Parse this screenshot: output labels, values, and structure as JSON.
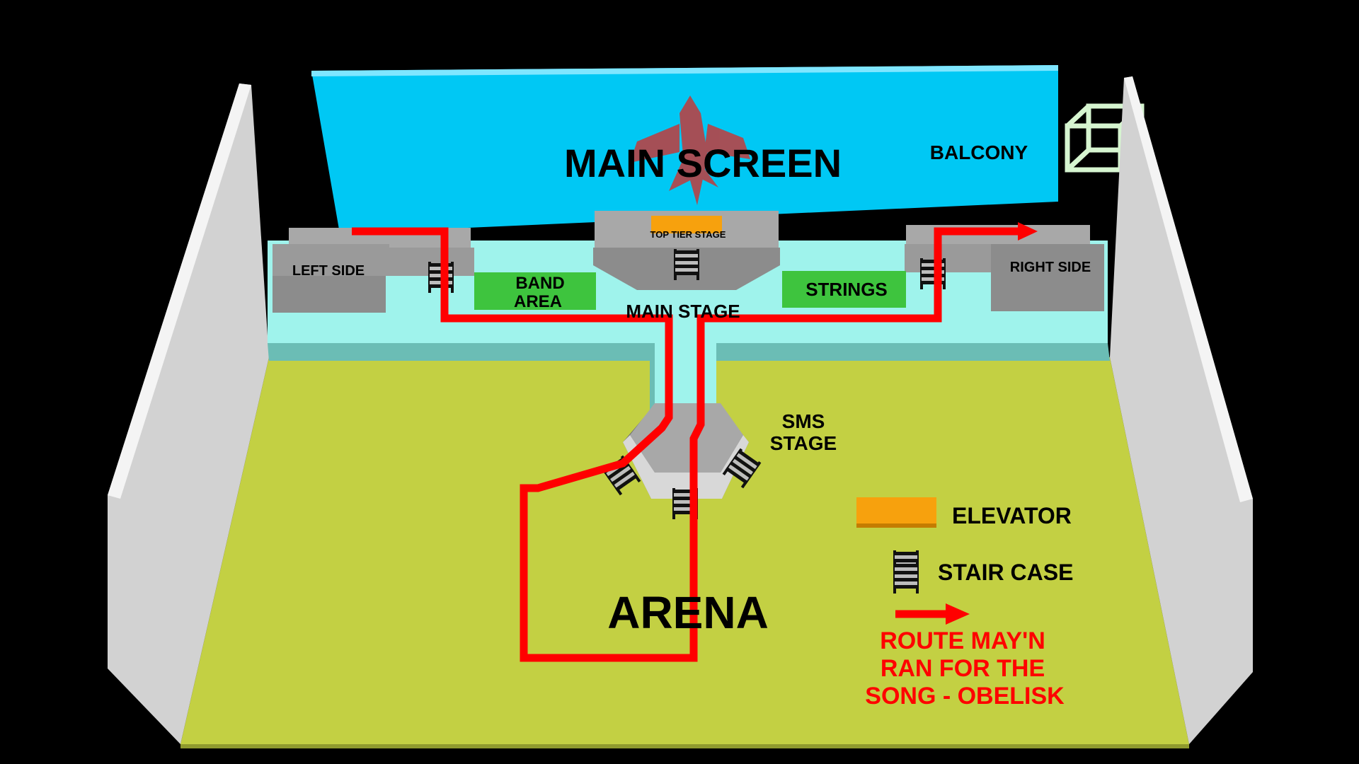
{
  "labels": {
    "main_screen": "MAIN SCREEN",
    "balcony": "BALCONY",
    "top_tier_stage": "TOP TIER STAGE",
    "left_side": "LEFT SIDE",
    "right_side": "RIGHT SIDE",
    "band_area_line1": "BAND",
    "band_area_line2": "AREA",
    "strings": "STRINGS",
    "main_stage": "MAIN STAGE",
    "sms_stage_line1": "SMS",
    "sms_stage_line2": "STAGE",
    "arena": "ARENA"
  },
  "legend": {
    "elevator": "ELEVATOR",
    "stair_case": "STAIR CASE",
    "route_line1": "ROUTE MAY'N",
    "route_line2": "RAN FOR THE",
    "route_line3": "SONG - OBELISK"
  },
  "colors": {
    "background": "#000000",
    "screen": "#00c8f4",
    "floor": "#c3d043",
    "stage_floor": "#9ff3ec",
    "stage_edge": "#6bbdb5",
    "wall": "#d2d2d2",
    "platform": "#9a9a9a",
    "green_zone": "#3ec43e",
    "elevator": "#f7a10d",
    "route": "#ff0000",
    "balcony_frame": "#d6f5d0",
    "label_text": "#000000",
    "route_text": "#ff0000"
  }
}
